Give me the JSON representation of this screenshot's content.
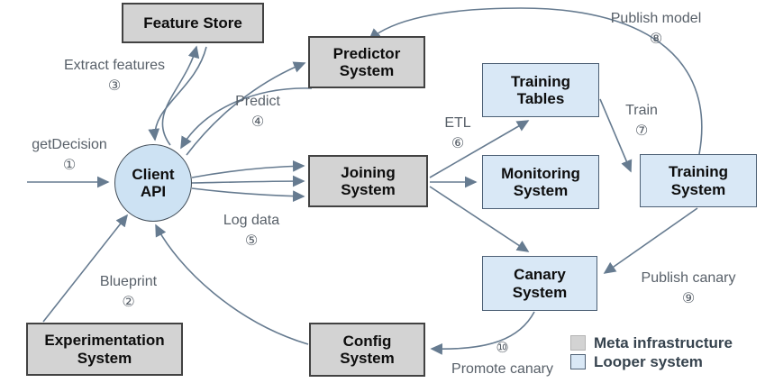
{
  "colors": {
    "meta_fill": "#d3d3d3",
    "meta_border": "#424242",
    "looper_fill": "#d9e8f6",
    "looper_border": "#4d6075",
    "circle_fill": "#cde2f3",
    "circle_border": "#404b56",
    "arrow": "#667b90",
    "edge_label": "#586069",
    "legend_text": "#36434e"
  },
  "nodes": {
    "feature_store": {
      "label": "Feature Store"
    },
    "predictor": {
      "label": "Predictor\nSystem"
    },
    "training_tables": {
      "label": "Training\nTables"
    },
    "monitoring": {
      "label": "Monitoring\nSystem"
    },
    "training_system": {
      "label": "Training\nSystem"
    },
    "client_api": {
      "label": "Client\nAPI"
    },
    "joining": {
      "label": "Joining\nSystem"
    },
    "canary": {
      "label": "Canary\nSystem"
    },
    "config": {
      "label": "Config\nSystem"
    },
    "experimentation": {
      "label": "Experimentation\nSystem"
    }
  },
  "edge_labels": {
    "get_decision": "getDecision\n①",
    "blueprint": "Blueprint\n②",
    "extract_features": "Extract features\n③",
    "predict": "Predict\n④",
    "log_data": "Log data\n⑤",
    "etl": "ETL\n⑥",
    "train": "Train\n⑦",
    "publish_model": "Publish model\n⑧",
    "publish_canary": "Publish canary\n⑨",
    "promote_canary": "⑩\nPromote canary"
  },
  "legend": {
    "meta": "Meta infrastructure",
    "looper": "Looper system"
  }
}
